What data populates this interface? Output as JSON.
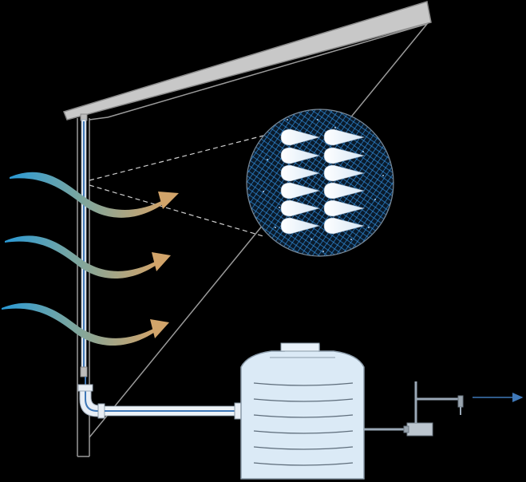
{
  "colors": {
    "background": "#000000",
    "roof_fill": "#c8c8c8",
    "roof_stroke": "#8a8a8a",
    "structure_stroke": "#9a9a9a",
    "pipe_fill": "#e8eef5",
    "pipe_water": "#3f78b8",
    "tank_fill": "#dbeaf6",
    "tank_stroke": "#8a9aa8",
    "tank_ribs": "#5f6e7c",
    "mesh_blue": "#2f8ad8",
    "droplet_fill": "#ffffff",
    "air_start": "#2a9ad6",
    "air_end": "#d2a46a",
    "outflow_arrow": "#3f78b8"
  },
  "icons": {
    "roof": "roof-panel",
    "collector_mesh": "fog-net-mesh",
    "droplets": "water-droplet",
    "tank": "water-storage-tank",
    "outlet": "tap-valve",
    "flow": "arrow-right"
  }
}
